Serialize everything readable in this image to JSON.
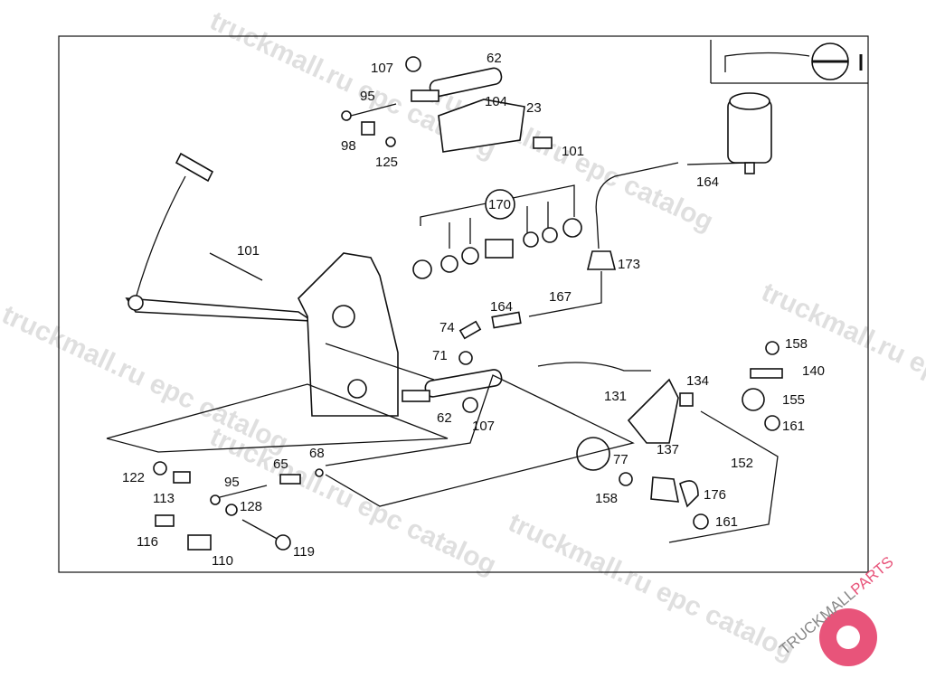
{
  "diagram": {
    "callouts": [
      "107",
      "62",
      "95",
      "104",
      "23",
      "98",
      "125",
      "101",
      "164",
      "170",
      "101",
      "173",
      "164",
      "167",
      "74",
      "71",
      "131",
      "134",
      "158",
      "140",
      "155",
      "161",
      "62",
      "107",
      "77",
      "137",
      "152",
      "122",
      "113",
      "65",
      "68",
      "95",
      "128",
      "158",
      "176",
      "161",
      "116",
      "110",
      "119"
    ],
    "watermark": "truckmall.ru epc catalog",
    "logo": {
      "text_main": "TRUCKMALL",
      "text_accent": "PARTS",
      "accent_color": "#e8547a"
    }
  }
}
